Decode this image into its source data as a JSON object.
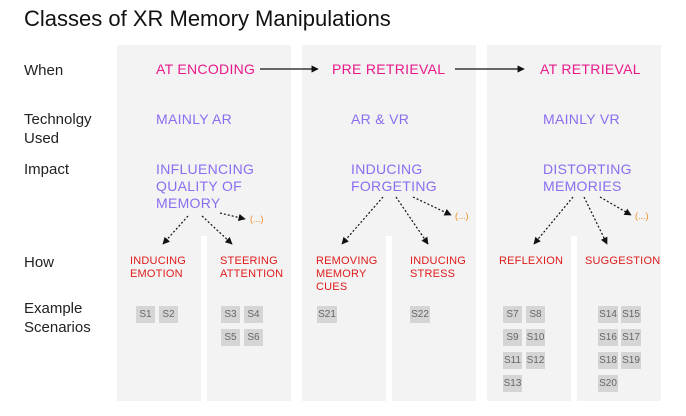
{
  "title": "Classes of XR Memory Manipulations",
  "row_labels": {
    "when": "When",
    "technology": [
      "Technolgy",
      "Used"
    ],
    "impact": "Impact",
    "how": "How",
    "scenarios": [
      "Example",
      "Scenarios"
    ]
  },
  "phases": [
    "AT ENCODING",
    "PRE RETRIEVAL",
    "AT RETRIEVAL"
  ],
  "technology": [
    "MAINLY AR",
    "AR & VR",
    "MAINLY VR"
  ],
  "impacts": [
    [
      "INFLUENCING",
      "QUALITY OF",
      "MEMORY"
    ],
    [
      "INDUCING",
      "FORGETING"
    ],
    [
      "DISTORTING",
      "MEMORIES"
    ]
  ],
  "ellipsis": "(...)",
  "how": [
    [
      "INDUCING",
      "EMOTION"
    ],
    [
      "STEERING",
      "ATTENTION"
    ],
    [
      "REMOVING",
      "MEMORY",
      "CUES"
    ],
    [
      "INDUCING",
      "STRESS"
    ],
    [
      "REFLEXION"
    ],
    [
      "SUGGESTION"
    ]
  ],
  "scenarios": {
    "inducing_emotion": [
      "S1",
      "S2"
    ],
    "steering_attention": [
      "S3",
      "S4",
      "S5",
      "S6"
    ],
    "removing_memory_cues": [
      "S21"
    ],
    "inducing_stress": [
      "S22"
    ],
    "reflexion": [
      "S7",
      "S8",
      "S9",
      "S10",
      "S11",
      "S12",
      "S13"
    ],
    "suggestion": [
      "S14",
      "S15",
      "S16",
      "S17",
      "S18",
      "S19",
      "S20"
    ]
  },
  "colors": {
    "phase": "#e8198b",
    "purple": "#8b6df0",
    "how": "#e01b1b",
    "ellipsis": "#f08a1c",
    "panel": "#f3f3f3",
    "chip": "#d5d5d5"
  }
}
